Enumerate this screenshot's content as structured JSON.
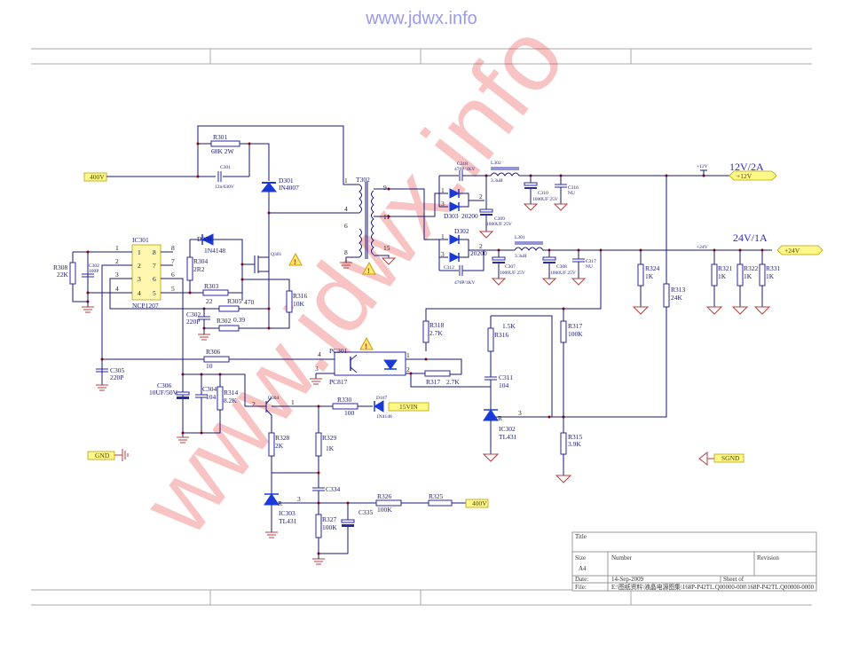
{
  "watermark_top": "www.jdwx.info",
  "watermark_diagonal": "www.jdwx.info",
  "ports": {
    "in_400v_a": "400V",
    "in_400v_b": "400V",
    "gnd": "GND",
    "sgnd": "SGND",
    "v15in": "15VIN",
    "out_12v": "+12V",
    "out_24v": "+24V"
  },
  "rails": {
    "rail_12v_label": "+12V",
    "rail_24v_label": "+24V",
    "heading_12v": "12V/2A",
    "heading_24v": "24V/1A"
  },
  "ic301": {
    "ref": "IC301",
    "part": "NCP1207",
    "pins_left": [
      "1",
      "2",
      "3",
      "4"
    ],
    "pins_right": [
      "8",
      "7",
      "6",
      "5"
    ]
  },
  "transformer": {
    "ref": "T302",
    "pins": [
      "1",
      "4",
      "6",
      "8",
      "9",
      "11",
      "15"
    ]
  },
  "components": {
    "r301": {
      "ref": "R301",
      "val": "68K 2W"
    },
    "c301": {
      "ref": "C301",
      "val": "12n/630V"
    },
    "d301": {
      "ref": "D301",
      "val": "IN4007"
    },
    "d304": {
      "ref": "D304",
      "val": "1N4148"
    },
    "q301": {
      "ref": "Q301"
    },
    "r304": {
      "ref": "R304",
      "val": "2R2"
    },
    "r303": {
      "ref": "R303",
      "val": "22"
    },
    "r305": {
      "ref": "R305",
      "val": "470"
    },
    "r302": {
      "ref": "R302",
      "val": "0.39"
    },
    "c302": {
      "ref": "C302",
      "val": "220P"
    },
    "r316a": {
      "ref": "R316",
      "val": "10K"
    },
    "r308": {
      "ref": "R308",
      "val": "22K"
    },
    "c303": {
      "ref": "C302",
      "val": "100P"
    },
    "c305": {
      "ref": "C305",
      "val": "220P"
    },
    "r306": {
      "ref": "R306",
      "val": "10"
    },
    "c306": {
      "ref": "C306",
      "val": "10UF/50V"
    },
    "c304": {
      "ref": "C304",
      "val": "104"
    },
    "r314": {
      "ref": "R314",
      "val": "8.2K"
    },
    "q304": {
      "ref": "Q304"
    },
    "r330": {
      "ref": "R330",
      "val": "100"
    },
    "d107": {
      "ref": "D107",
      "val": "1N4148"
    },
    "r328": {
      "ref": "R328",
      "val": "2K"
    },
    "r329": {
      "ref": "R329",
      "val": "1K"
    },
    "c334": {
      "ref": "C334"
    },
    "ic303": {
      "ref": "IC303",
      "val": "TL431"
    },
    "r326": {
      "ref": "R326",
      "val": "100K"
    },
    "r325": {
      "ref": "R325"
    },
    "r327": {
      "ref": "R327",
      "val": "100K"
    },
    "c335": {
      "ref": "C335"
    },
    "pc301": {
      "ref": "PC301",
      "val": "PC817"
    },
    "r318": {
      "ref": "R318",
      "val": "2.7K"
    },
    "r317a": {
      "ref": "R317",
      "val": "2.7K"
    },
    "r316b": {
      "ref": "R316",
      "val": "1.5K"
    },
    "c311": {
      "ref": "C311",
      "val": "104"
    },
    "ic302": {
      "ref": "IC302",
      "val": "TL431"
    },
    "r317b": {
      "ref": "R317",
      "val": "100K"
    },
    "r315": {
      "ref": "R315",
      "val": "3.9K"
    },
    "r313": {
      "ref": "R313",
      "val": "24K"
    },
    "r324": {
      "ref": "R324",
      "val": "1K"
    },
    "r321": {
      "ref": "R321",
      "val": "1K"
    },
    "r322": {
      "ref": "R322",
      "val": "1K"
    },
    "r331": {
      "ref": "R331",
      "val": "1K"
    },
    "c318": {
      "ref": "C318",
      "val": "470P/1KV"
    },
    "l302": {
      "ref": "L302",
      "val": "3.3uH"
    },
    "c310": {
      "ref": "C310",
      "val": "1000UF 25V"
    },
    "c316": {
      "ref": "C316",
      "val": "NU"
    },
    "d303": {
      "ref": "D303",
      "val": "20200"
    },
    "c309": {
      "ref": "C309",
      "val": "1000UF 25V"
    },
    "d302": {
      "ref": "D302",
      "val": "20200"
    },
    "c312": {
      "ref": "C312",
      "val": "470P/1KV"
    },
    "l301": {
      "ref": "L301",
      "val": "3.3uH"
    },
    "c307": {
      "ref": "C307",
      "val": "1000UF 25V"
    },
    "c308": {
      "ref": "C308",
      "val": "1000UF 25V"
    },
    "c317": {
      "ref": "C317",
      "val": "NU"
    }
  },
  "title_block": {
    "title_label": "Title",
    "size_label": "Size",
    "size_value": "A4",
    "number_label": "Number",
    "revision_label": "Revision",
    "date_label": "Date:",
    "date_value": "14-Sep-2009",
    "sheet_label": "Sheet   of",
    "file_label": "File:",
    "file_value": "E:\\图纸资料\\液晶电源图集\\168P-P42TL.Q00000-000\\168P-P42TL.Q00000-0000"
  }
}
